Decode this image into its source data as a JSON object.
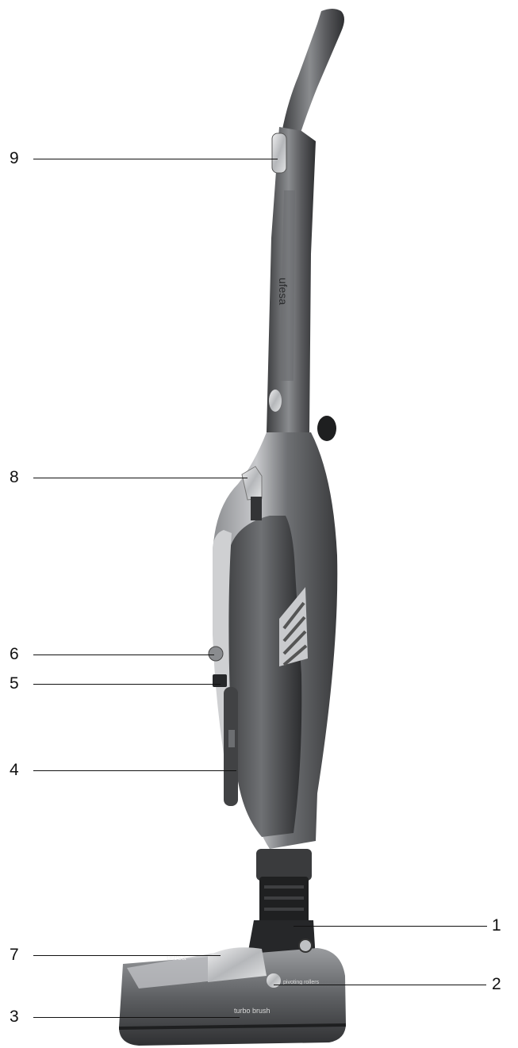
{
  "callouts": [
    {
      "id": "9",
      "label": "9"
    },
    {
      "id": "8",
      "label": "8"
    },
    {
      "id": "6",
      "label": "6"
    },
    {
      "id": "5",
      "label": "5"
    },
    {
      "id": "4",
      "label": "4"
    },
    {
      "id": "1",
      "label": "1"
    },
    {
      "id": "7",
      "label": "7"
    },
    {
      "id": "2",
      "label": "2"
    },
    {
      "id": "3",
      "label": "3"
    }
  ],
  "product": {
    "brand_handle": "ufesa",
    "brand_base": "ufesa",
    "brush_text": "turbo brush",
    "pet_text": "pivoting rollers"
  },
  "colors": {
    "body_dark": "#4a4b4d",
    "body_mid": "#77797c",
    "body_light": "#b9bbbe",
    "chrome": "#d9dadc"
  }
}
